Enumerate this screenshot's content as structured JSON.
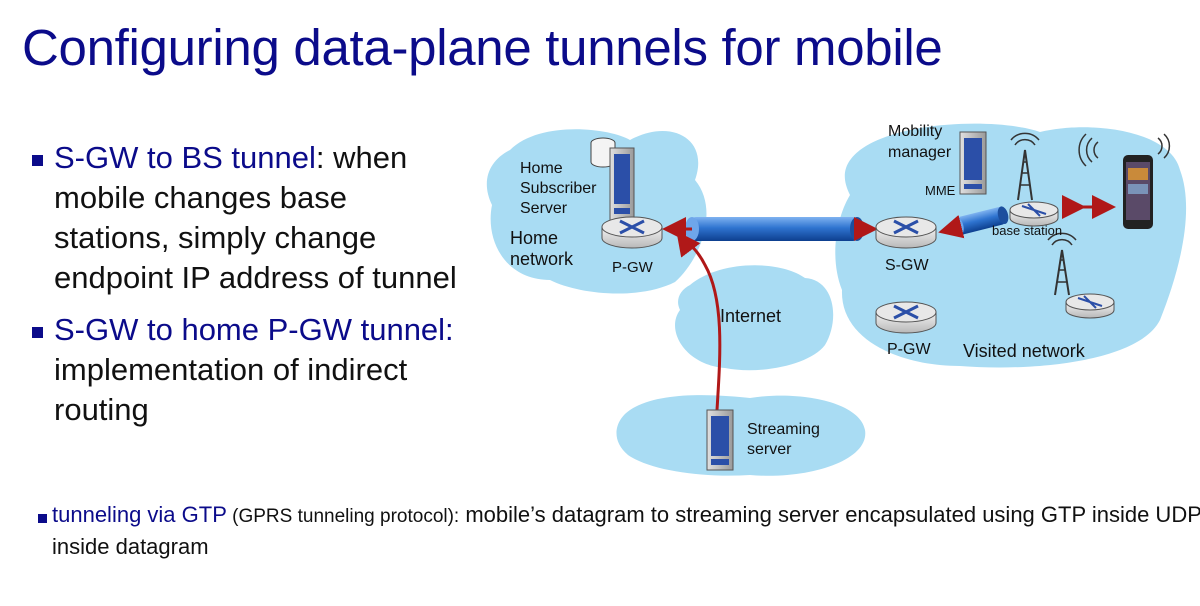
{
  "title": "Configuring data-plane tunnels for mobile",
  "bullets": [
    {
      "highlight": "S-GW to BS tunnel",
      "text": ": when mobile changes base stations, simply change endpoint IP address of tunnel"
    },
    {
      "highlight": "S-GW to home P-GW tunnel:",
      "text": " implementation of indirect routing"
    }
  ],
  "footer": {
    "highlight": "tunneling via GTP",
    "small": " (GPRS tunneling protocol):",
    "text": " mobile’s datagram to streaming server encapsulated using GTP inside UDP, inside datagram"
  },
  "diagram": {
    "home_subscriber_server": [
      "Home",
      "Subscriber",
      "Server"
    ],
    "home_network": [
      "Home",
      "network"
    ],
    "home_pgw": "P-GW",
    "mobility_manager": [
      "Mobility",
      "manager"
    ],
    "mme": "MME",
    "base_station": "base station",
    "sgw": "S-GW",
    "visited_pgw": "P-GW",
    "visited_network": "Visited network",
    "internet": "Internet",
    "streaming_server": [
      "Streaming",
      "server"
    ],
    "colors": {
      "cloud": "#a9dcf3",
      "tunnel": "#2f74d0",
      "arrow": "#b01818",
      "title": "#0b0b8a"
    }
  }
}
